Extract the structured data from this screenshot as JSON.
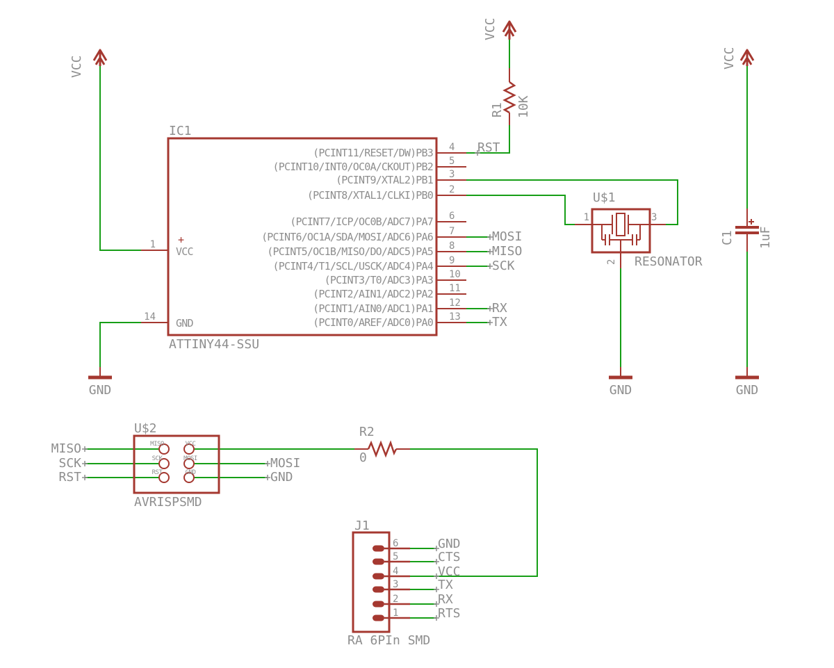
{
  "colors": {
    "symbol_red": "#a53830",
    "wire_green": "#169e16",
    "text_gray": "#8e8e8e",
    "background": "#ffffff"
  },
  "power": {
    "vcc": "VCC",
    "gnd": "GND"
  },
  "ic1": {
    "refdes": "IC1",
    "value": "ATTINY44-SSU",
    "left_pins": [
      {
        "number": "1",
        "name": "VCC",
        "polarity": "+"
      },
      {
        "number": "14",
        "name": "GND"
      }
    ],
    "right_pins": [
      {
        "number": "4",
        "label": "(PCINT11/RESET/DW)PB3",
        "net": "RST"
      },
      {
        "number": "5",
        "label": "(PCINT10/INT0/OC0A/CKOUT)PB2",
        "net": ""
      },
      {
        "number": "3",
        "label": "(PCINT9/XTAL2)PB1",
        "net": ""
      },
      {
        "number": "2",
        "label": "(PCINT8/XTAL1/CLKI)PB0",
        "net": ""
      },
      {
        "number": "6",
        "label": "(PCINT7/ICP/OC0B/ADC7)PA7",
        "net": ""
      },
      {
        "number": "7",
        "label": "(PCINT6/OC1A/SDA/MOSI/ADC6)PA6",
        "net": "MOSI"
      },
      {
        "number": "8",
        "label": "(PCINT5/OC1B/MISO/DO/ADC5)PA5",
        "net": "MISO"
      },
      {
        "number": "9",
        "label": "(PCINT4/T1/SCL/USCK/ADC4)PA4",
        "net": "SCK"
      },
      {
        "number": "10",
        "label": "(PCINT3/T0/ADC3)PA3",
        "net": ""
      },
      {
        "number": "11",
        "label": "(PCINT2/AIN1/ADC2)PA2",
        "net": ""
      },
      {
        "number": "12",
        "label": "(PCINT1/AIN0/ADC1)PA1",
        "net": "RX"
      },
      {
        "number": "13",
        "label": "(PCINT0/AREF/ADC0)PA0",
        "net": "TX"
      }
    ]
  },
  "r1": {
    "refdes": "R1",
    "value": "10K"
  },
  "r2": {
    "refdes": "R2",
    "value": "0"
  },
  "c1": {
    "refdes": "C1",
    "value": "1uF",
    "polarity": "+"
  },
  "resonator": {
    "refdes": "U$1",
    "value": "RESONATOR",
    "pins": [
      "1",
      "3",
      "2"
    ]
  },
  "isp": {
    "refdes": "U$2",
    "value": "AVRISPSMD",
    "pads_left": [
      "MISO",
      "SCK",
      "RST"
    ],
    "pads_right": [
      "VCC",
      "MOSI",
      "GND"
    ]
  },
  "j1": {
    "refdes": "J1",
    "value": "RA 6PIn SMD",
    "pins": [
      {
        "number": "6",
        "net": "GND"
      },
      {
        "number": "5",
        "net": "CTS"
      },
      {
        "number": "4",
        "net": "VCC"
      },
      {
        "number": "3",
        "net": "TX"
      },
      {
        "number": "2",
        "net": "RX"
      },
      {
        "number": "1",
        "net": "RTS"
      }
    ]
  }
}
